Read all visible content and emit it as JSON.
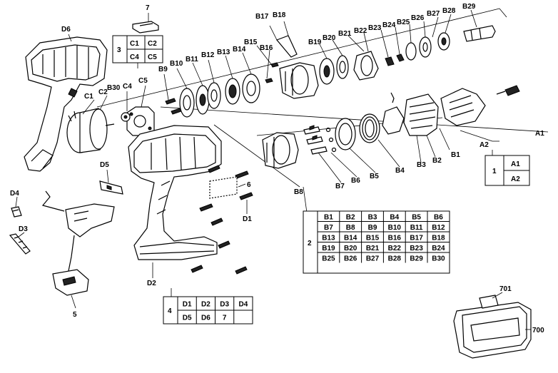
{
  "part_labels": {
    "7": "7",
    "D6": "D6",
    "C1": "C1",
    "C2": "C2",
    "C4": "C4",
    "C5": "C5",
    "B30": "B30",
    "B9": "B9",
    "B10": "B10",
    "B11": "B11",
    "B12": "B12",
    "B13": "B13",
    "B14": "B14",
    "B15": "B15",
    "B16": "B16",
    "B17": "B17",
    "B18": "B18",
    "B19": "B19",
    "B20": "B20",
    "B21": "B21",
    "B22": "B22",
    "B23": "B23",
    "B24": "B24",
    "B25": "B25",
    "B26": "B26",
    "B27": "B27",
    "B28": "B28",
    "B29": "B29",
    "A1": "A1",
    "A2": "A2",
    "B1": "B1",
    "B2": "B2",
    "B3": "B3",
    "B4": "B4",
    "B5": "B5",
    "B6": "B6",
    "B7": "B7",
    "B8": "B8",
    "D5": "D5",
    "D4": "D4",
    "D3": "D3",
    "D1": "D1",
    "D2": "D2",
    "6": "6",
    "5": "5",
    "701": "701",
    "700": "700"
  },
  "kits": {
    "kit3": {
      "number": "3",
      "cells": [
        "C1",
        "C2",
        "C4",
        "C5"
      ]
    },
    "kit1": {
      "number": "1",
      "cells": [
        "A1",
        "A2"
      ]
    },
    "kit2": {
      "number": "2",
      "cells": [
        "B1",
        "B2",
        "B3",
        "B4",
        "B5",
        "B6",
        "B7",
        "B8",
        "B9",
        "B10",
        "B11",
        "B12",
        "B13",
        "B14",
        "B15",
        "B16",
        "B17",
        "B18",
        "B19",
        "B20",
        "B21",
        "B22",
        "B23",
        "B24",
        "B25",
        "B26",
        "B27",
        "B28",
        "B29",
        "B30"
      ]
    },
    "kit4": {
      "number": "4",
      "cells": [
        "D1",
        "D2",
        "D3",
        "D4",
        "D5",
        "D6",
        "7",
        ""
      ]
    }
  }
}
